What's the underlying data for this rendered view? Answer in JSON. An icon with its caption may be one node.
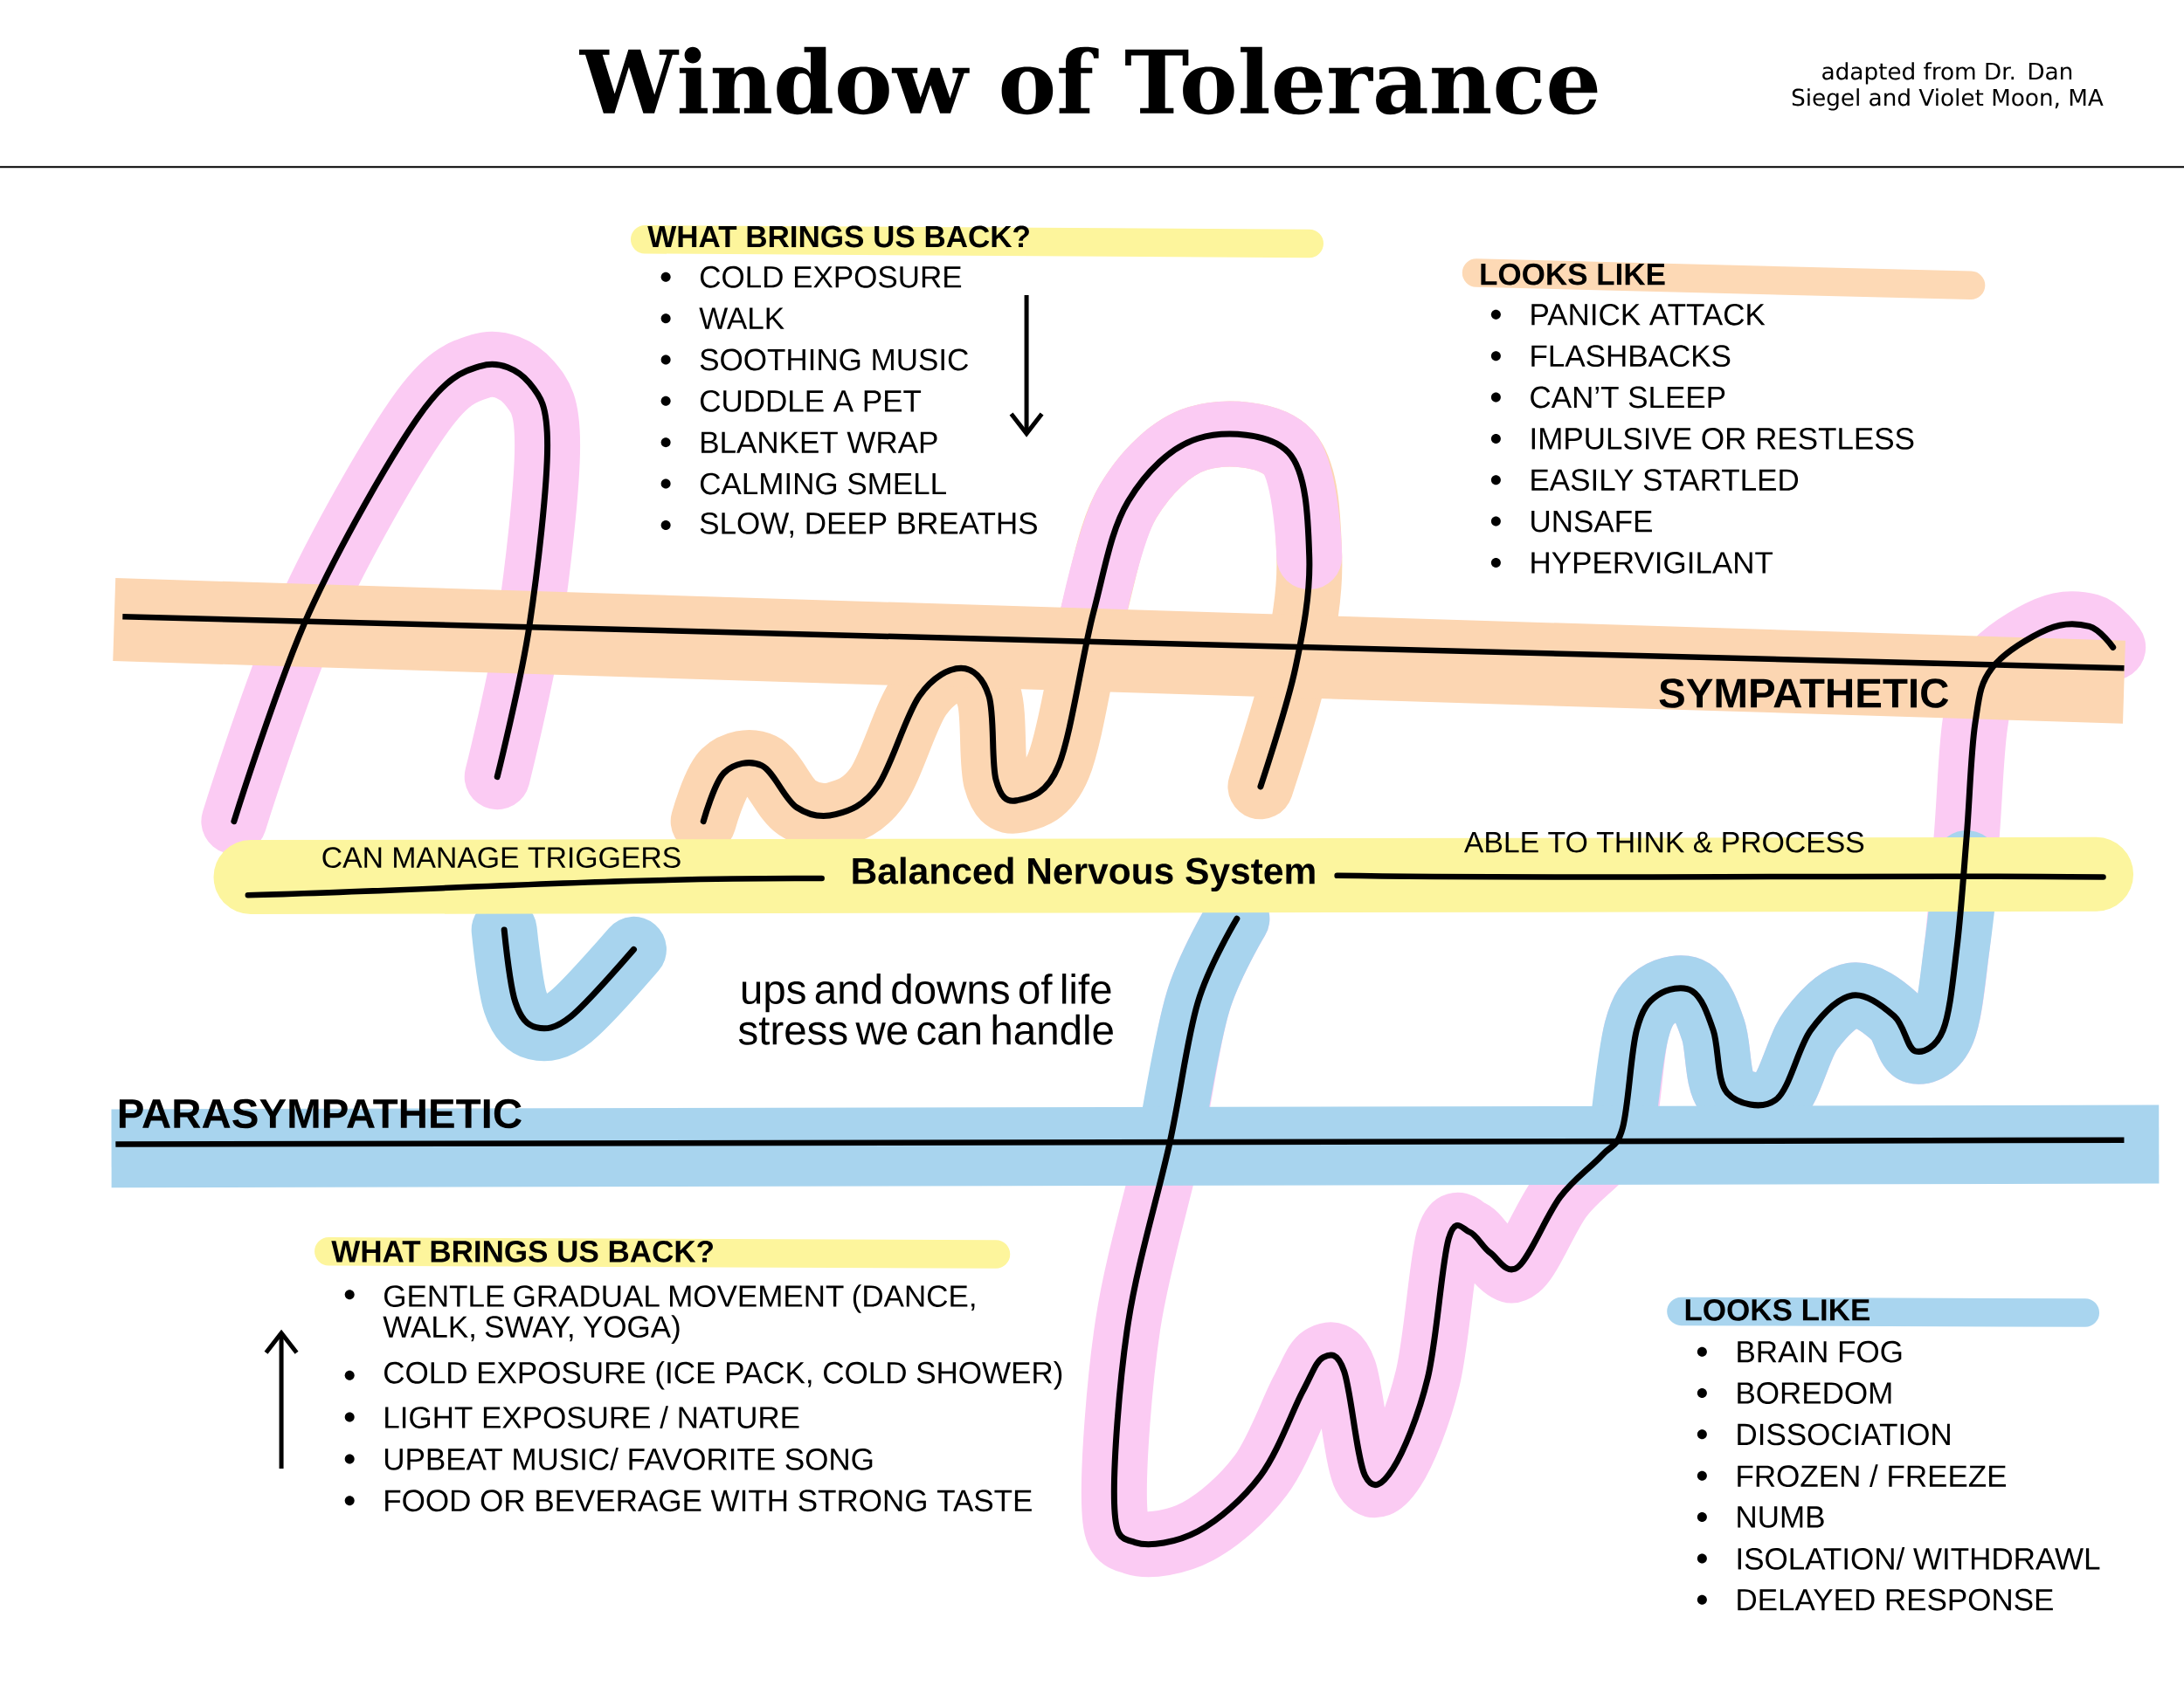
{
  "diagram": {
    "title": "Window of Tolerance",
    "labels": [
      "adapted from Dr. Dan Siegel and Violet Moon, MA",
      "WHAT BRINGS US BACK?",
      "COLD EXPOSURE",
      "WALK",
      "SOOTHING MUSIC",
      "CUDDLE A PET",
      "BLANKET WRAP",
      "CALMING SMELL",
      "SLOW, DEEP BREATHS",
      "LOOKS LIKE",
      "PANICK ATTACK",
      "FLASHBACKS",
      "CAN’T SLEEP",
      "IMPULSIVE OR RESTLESS",
      "EASILY STARTLED",
      "UNSAFE",
      "HYPERVIGILANT",
      "SYMPATHETIC",
      "CAN MANAGE TRIGGERS",
      "Balanced Nervous System",
      "ABLE TO THINK & PROCESS",
      "ups and downs of life stress we can handle",
      "PARASYMPATHETIC",
      "WHAT BRINGS US BACK?",
      "GENTLE GRADUAL MOVEMENT (DANCE, WALK, SWAY, YOGA)",
      "COLD EXPOSURE (ICE PACK, COLD SHOWER)",
      "LIGHT EXPOSURE / NATURE",
      "UPBEAT MUSIC/ FAVORITE SONG",
      "FOOD OR BEVERAGE WITH STRONG TASTE",
      "LOOKS LIKE",
      "BRAIN FOG",
      "BOREDOM",
      "DISSOCIATION",
      "FROZEN / FREEZE",
      "NUMB",
      "ISOLATION/ WITHDRAWL",
      "DELAYED RESPONSE"
    ]
  }
}
